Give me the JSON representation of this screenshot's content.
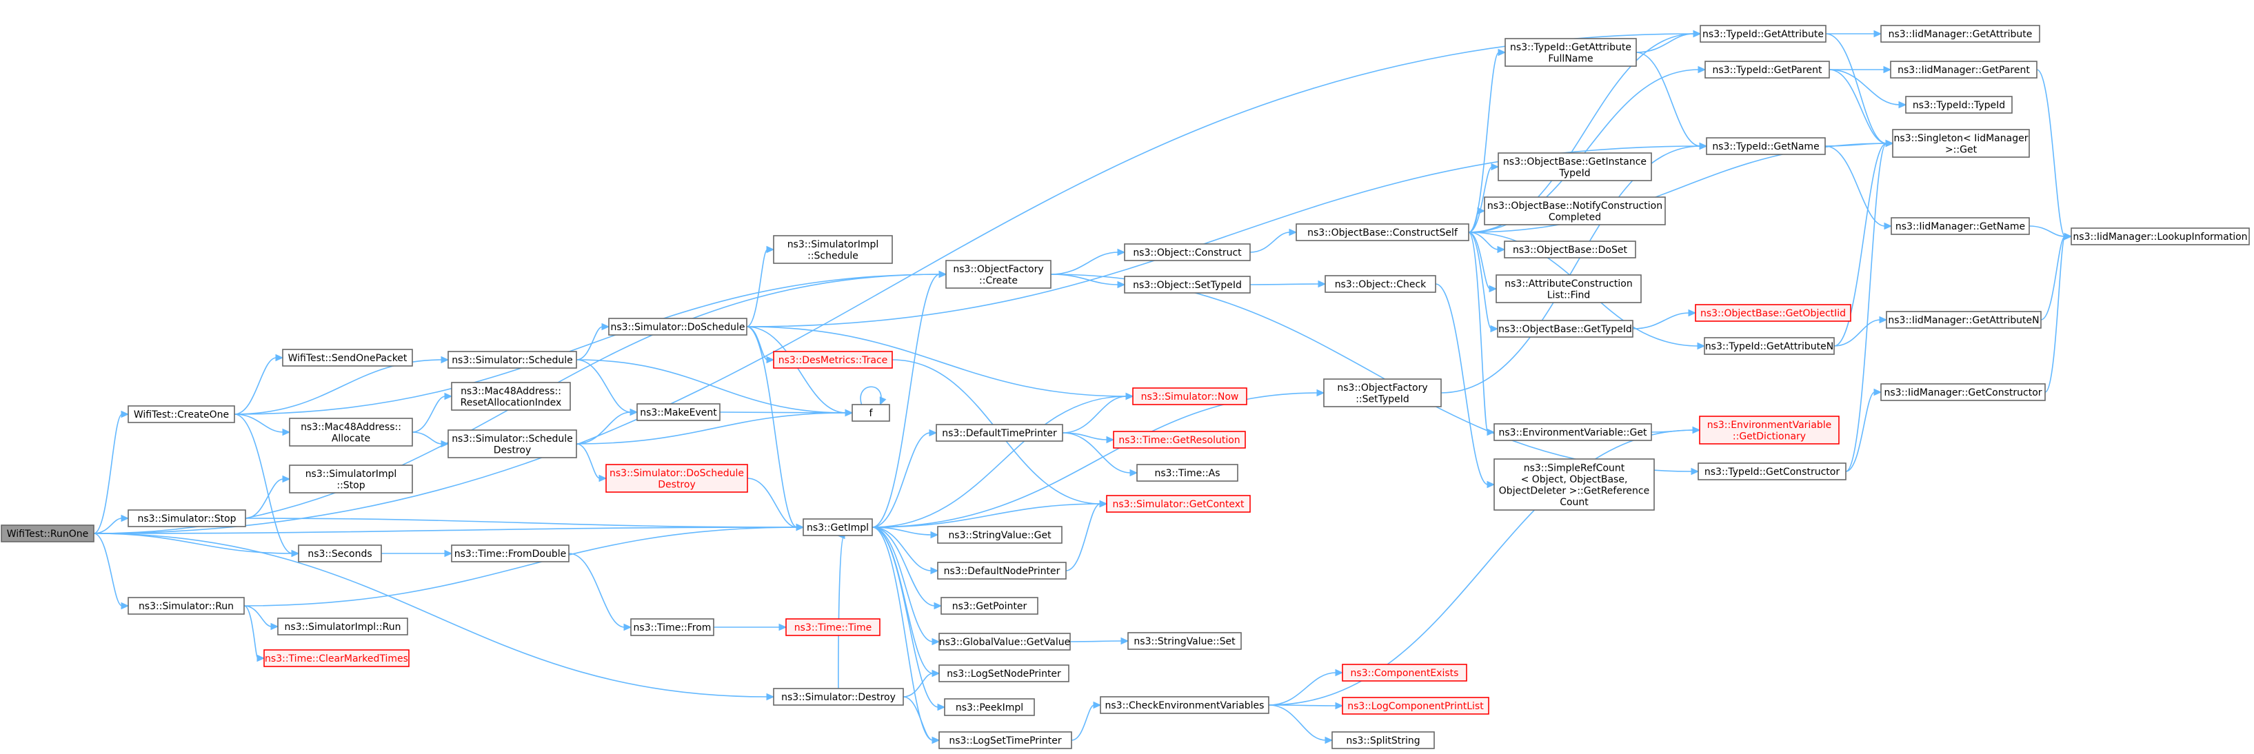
{
  "diagram": {
    "nodes": [
      {
        "id": "runone",
        "lines": [
          "WifiTest::RunOne"
        ],
        "style": "start"
      },
      {
        "id": "createone",
        "lines": [
          "WifiTest::CreateOne"
        ]
      },
      {
        "id": "simstop",
        "lines": [
          "ns3::Simulator::Stop"
        ]
      },
      {
        "id": "seconds",
        "lines": [
          "ns3::Seconds"
        ]
      },
      {
        "id": "simrun",
        "lines": [
          "ns3::Simulator::Run"
        ]
      },
      {
        "id": "sendonepacket",
        "lines": [
          "WifiTest::SendOnePacket"
        ]
      },
      {
        "id": "simschedule",
        "lines": [
          "ns3::Simulator::Schedule"
        ]
      },
      {
        "id": "macallocate",
        "lines": [
          "ns3::Mac48Address::",
          "Allocate"
        ]
      },
      {
        "id": "macreset",
        "lines": [
          "ns3::Mac48Address::",
          "ResetAllocationIndex"
        ]
      },
      {
        "id": "schedinstop",
        "lines": [
          "ns3::SimulatorImpl",
          "::Stop"
        ]
      },
      {
        "id": "schedDestroy",
        "lines": [
          "ns3::Simulator::Schedule",
          "Destroy"
        ]
      },
      {
        "id": "doscheduleDestroy",
        "lines": [
          "ns3::Simulator::DoSchedule",
          "Destroy"
        ],
        "style": "red"
      },
      {
        "id": "timefromdouble",
        "lines": [
          "ns3::Time::FromDouble"
        ]
      },
      {
        "id": "simimplrun",
        "lines": [
          "ns3::SimulatorImpl::Run"
        ]
      },
      {
        "id": "clearmarked",
        "lines": [
          "ns3::Time::ClearMarkedTimes"
        ],
        "style": "red"
      },
      {
        "id": "doschedule",
        "lines": [
          "ns3::Simulator::DoSchedule"
        ]
      },
      {
        "id": "simimplschedule",
        "lines": [
          "ns3::SimulatorImpl",
          "::Schedule"
        ]
      },
      {
        "id": "desmetrics",
        "lines": [
          "ns3::DesMetrics::Trace"
        ],
        "style": "red"
      },
      {
        "id": "makeevent",
        "lines": [
          "ns3::MakeEvent"
        ]
      },
      {
        "id": "f",
        "lines": [
          "f"
        ]
      },
      {
        "id": "getimpl",
        "lines": [
          "ns3::GetImpl"
        ]
      },
      {
        "id": "timefrom",
        "lines": [
          "ns3::Time::From"
        ]
      },
      {
        "id": "timetime",
        "lines": [
          "ns3::Time::Time"
        ],
        "style": "red"
      },
      {
        "id": "simdestroy",
        "lines": [
          "ns3::Simulator::Destroy"
        ]
      },
      {
        "id": "objfactcreate",
        "lines": [
          "ns3::ObjectFactory",
          "::Create"
        ]
      },
      {
        "id": "objconstruct",
        "lines": [
          "ns3::Object::Construct"
        ]
      },
      {
        "id": "objsettypeid",
        "lines": [
          "ns3::Object::SetTypeId"
        ]
      },
      {
        "id": "simnow",
        "lines": [
          "ns3::Simulator::Now"
        ],
        "style": "red"
      },
      {
        "id": "deftimeprinter",
        "lines": [
          "ns3::DefaultTimePrinter"
        ]
      },
      {
        "id": "timegetres",
        "lines": [
          "ns3::Time::GetResolution"
        ],
        "style": "red"
      },
      {
        "id": "timeas",
        "lines": [
          "ns3::Time::As"
        ]
      },
      {
        "id": "simgetcontext",
        "lines": [
          "ns3::Simulator::GetContext"
        ],
        "style": "red"
      },
      {
        "id": "stringvalueget",
        "lines": [
          "ns3::StringValue::Get"
        ]
      },
      {
        "id": "defnodeprinter",
        "lines": [
          "ns3::DefaultNodePrinter"
        ]
      },
      {
        "id": "getpointer",
        "lines": [
          "ns3::GetPointer"
        ]
      },
      {
        "id": "globalgetvalue",
        "lines": [
          "ns3::GlobalValue::GetValue"
        ]
      },
      {
        "id": "stringvalueset",
        "lines": [
          "ns3::StringValue::Set"
        ]
      },
      {
        "id": "logsetnodeprinter",
        "lines": [
          "ns3::LogSetNodePrinter"
        ]
      },
      {
        "id": "peekimpl",
        "lines": [
          "ns3::PeekImpl"
        ]
      },
      {
        "id": "logsettimeprinter",
        "lines": [
          "ns3::LogSetTimePrinter"
        ]
      },
      {
        "id": "checkenv",
        "lines": [
          "ns3::CheckEnvironmentVariables"
        ]
      },
      {
        "id": "objcheck",
        "lines": [
          "ns3::Object::Check"
        ]
      },
      {
        "id": "objfactsettypeid",
        "lines": [
          "ns3::ObjectFactory",
          "::SetTypeId"
        ]
      },
      {
        "id": "constructself",
        "lines": [
          "ns3::ObjectBase::ConstructSelf"
        ]
      },
      {
        "id": "getattrfullname",
        "lines": [
          "ns3::TypeId::GetAttribute",
          "FullName"
        ]
      },
      {
        "id": "getinstancetypeid",
        "lines": [
          "ns3::ObjectBase::GetInstance",
          "TypeId"
        ]
      },
      {
        "id": "notifyconstruction",
        "lines": [
          "ns3::ObjectBase::NotifyConstruction",
          "Completed"
        ]
      },
      {
        "id": "doset",
        "lines": [
          "ns3::ObjectBase::DoSet"
        ]
      },
      {
        "id": "attrconstructionfind",
        "lines": [
          "ns3::AttributeConstruction",
          "List::Find"
        ]
      },
      {
        "id": "objbasegettypeid",
        "lines": [
          "ns3::ObjectBase::GetTypeId"
        ]
      },
      {
        "id": "envget",
        "lines": [
          "ns3::EnvironmentVariable::Get"
        ]
      },
      {
        "id": "simplerefcount",
        "lines": [
          "ns3::SimpleRefCount",
          "< Object, ObjectBase,",
          "ObjectDeleter >::GetReference",
          "Count"
        ]
      },
      {
        "id": "componentexists",
        "lines": [
          "ns3::ComponentExists"
        ],
        "style": "red"
      },
      {
        "id": "logcompprintlist",
        "lines": [
          "ns3::LogComponentPrintList"
        ],
        "style": "red"
      },
      {
        "id": "splitstring",
        "lines": [
          "ns3::SplitString"
        ]
      },
      {
        "id": "typeidgetattr",
        "lines": [
          "ns3::TypeId::GetAttribute"
        ]
      },
      {
        "id": "typeidgetparent",
        "lines": [
          "ns3::TypeId::GetParent"
        ]
      },
      {
        "id": "typeidgetname",
        "lines": [
          "ns3::TypeId::GetName"
        ]
      },
      {
        "id": "objbasegetobjectiid",
        "lines": [
          "ns3::ObjectBase::GetObjectIid"
        ],
        "style": "red"
      },
      {
        "id": "typeidgetattrn",
        "lines": [
          "ns3::TypeId::GetAttributeN"
        ]
      },
      {
        "id": "envgetdict",
        "lines": [
          "ns3::EnvironmentVariable",
          "::GetDictionary"
        ],
        "style": "red"
      },
      {
        "id": "typeidgetconstructor",
        "lines": [
          "ns3::TypeId::GetConstructor"
        ]
      },
      {
        "id": "iidgetattr",
        "lines": [
          "ns3::IidManager::GetAttribute"
        ]
      },
      {
        "id": "iidgetparent",
        "lines": [
          "ns3::IidManager::GetParent"
        ]
      },
      {
        "id": "typeidtypeid",
        "lines": [
          "ns3::TypeId::TypeId"
        ]
      },
      {
        "id": "singletonget",
        "lines": [
          "ns3::Singleton< IidManager",
          ">::Get"
        ]
      },
      {
        "id": "iidgetname",
        "lines": [
          "ns3::IidManager::GetName"
        ]
      },
      {
        "id": "iidgetattrn",
        "lines": [
          "ns3::IidManager::GetAttributeN"
        ]
      },
      {
        "id": "iidgetconstructor",
        "lines": [
          "ns3::IidManager::GetConstructor"
        ]
      },
      {
        "id": "iidlookup",
        "lines": [
          "ns3::IidManager::LookupInformation"
        ]
      }
    ],
    "edges": [
      [
        "runone",
        "createone"
      ],
      [
        "runone",
        "simstop"
      ],
      [
        "runone",
        "seconds"
      ],
      [
        "runone",
        "simrun"
      ],
      [
        "runone",
        "simdestroy"
      ],
      [
        "runone",
        "getimpl"
      ],
      [
        "runone",
        "objfactcreate"
      ],
      [
        "runone",
        "typeidgetattr"
      ],
      [
        "createone",
        "sendonepacket"
      ],
      [
        "createone",
        "simschedule"
      ],
      [
        "createone",
        "macallocate"
      ],
      [
        "createone",
        "seconds"
      ],
      [
        "createone",
        "objfactcreate"
      ],
      [
        "simstop",
        "schedinstop"
      ],
      [
        "simstop",
        "getimpl"
      ],
      [
        "seconds",
        "timefromdouble"
      ],
      [
        "simrun",
        "simimplrun"
      ],
      [
        "simrun",
        "clearmarked"
      ],
      [
        "simrun",
        "getimpl"
      ],
      [
        "simschedule",
        "doschedule"
      ],
      [
        "simschedule",
        "makeevent"
      ],
      [
        "simschedule",
        "f"
      ],
      [
        "macallocate",
        "macreset"
      ],
      [
        "macallocate",
        "schedDestroy"
      ],
      [
        "schedDestroy",
        "makeevent"
      ],
      [
        "schedDestroy",
        "f"
      ],
      [
        "schedDestroy",
        "doscheduleDestroy"
      ],
      [
        "doscheduleDestroy",
        "getimpl"
      ],
      [
        "timefromdouble",
        "timefrom"
      ],
      [
        "timefrom",
        "timetime"
      ],
      [
        "doschedule",
        "simimplschedule"
      ],
      [
        "doschedule",
        "desmetrics"
      ],
      [
        "doschedule",
        "simnow"
      ],
      [
        "doschedule",
        "f"
      ],
      [
        "doschedule",
        "getimpl"
      ],
      [
        "doschedule",
        "typeidgetname"
      ],
      [
        "desmetrics",
        "simgetcontext"
      ],
      [
        "makeevent",
        "f"
      ],
      [
        "f",
        "f"
      ],
      [
        "getimpl",
        "objfactcreate"
      ],
      [
        "getimpl",
        "simnow"
      ],
      [
        "getimpl",
        "deftimeprinter"
      ],
      [
        "getimpl",
        "simgetcontext"
      ],
      [
        "getimpl",
        "stringvalueget"
      ],
      [
        "getimpl",
        "defnodeprinter"
      ],
      [
        "getimpl",
        "getpointer"
      ],
      [
        "getimpl",
        "globalgetvalue"
      ],
      [
        "getimpl",
        "logsetnodeprinter"
      ],
      [
        "getimpl",
        "peekimpl"
      ],
      [
        "getimpl",
        "logsettimeprinter"
      ],
      [
        "getimpl",
        "objfactsettypeid"
      ],
      [
        "simdestroy",
        "logsetnodeprinter"
      ],
      [
        "simdestroy",
        "logsettimeprinter"
      ],
      [
        "simdestroy",
        "getimpl"
      ],
      [
        "deftimeprinter",
        "simnow"
      ],
      [
        "deftimeprinter",
        "timegetres"
      ],
      [
        "deftimeprinter",
        "timeas"
      ],
      [
        "defnodeprinter",
        "simgetcontext"
      ],
      [
        "globalgetvalue",
        "stringvalueset"
      ],
      [
        "logsettimeprinter",
        "checkenv"
      ],
      [
        "checkenv",
        "componentexists"
      ],
      [
        "checkenv",
        "logcompprintlist"
      ],
      [
        "checkenv",
        "splitstring"
      ],
      [
        "checkenv",
        "envgetdict"
      ],
      [
        "objfactcreate",
        "objconstruct"
      ],
      [
        "objfactcreate",
        "objsettypeid"
      ],
      [
        "objfactcreate",
        "typeidgetconstructor"
      ],
      [
        "objconstruct",
        "constructself"
      ],
      [
        "objsettypeid",
        "objcheck"
      ],
      [
        "objcheck",
        "simplerefcount"
      ],
      [
        "objfactsettypeid",
        "typeidgetname"
      ],
      [
        "constructself",
        "getattrfullname"
      ],
      [
        "constructself",
        "getinstancetypeid"
      ],
      [
        "constructself",
        "notifyconstruction"
      ],
      [
        "constructself",
        "doset"
      ],
      [
        "constructself",
        "attrconstructionfind"
      ],
      [
        "constructself",
        "objbasegettypeid"
      ],
      [
        "constructself",
        "envget"
      ],
      [
        "constructself",
        "typeidgetattr"
      ],
      [
        "constructself",
        "typeidgetparent"
      ],
      [
        "constructself",
        "typeidgetattrn"
      ],
      [
        "constructself",
        "singletonget"
      ],
      [
        "getattrfullname",
        "typeidgetattr"
      ],
      [
        "getattrfullname",
        "typeidgetname"
      ],
      [
        "objbasegettypeid",
        "objbasegetobjectiid"
      ],
      [
        "envget",
        "envgetdict"
      ],
      [
        "typeidgetattr",
        "iidgetattr"
      ],
      [
        "typeidgetattr",
        "singletonget"
      ],
      [
        "typeidgetparent",
        "iidgetparent"
      ],
      [
        "typeidgetparent",
        "typeidtypeid"
      ],
      [
        "typeidgetparent",
        "singletonget"
      ],
      [
        "typeidgetname",
        "singletonget"
      ],
      [
        "typeidgetname",
        "iidgetname"
      ],
      [
        "typeidgetattrn",
        "iidgetattrn"
      ],
      [
        "typeidgetattrn",
        "singletonget"
      ],
      [
        "typeidgetconstructor",
        "iidgetconstructor"
      ],
      [
        "typeidgetconstructor",
        "singletonget"
      ],
      [
        "iidgetparent",
        "iidlookup"
      ],
      [
        "iidgetname",
        "iidlookup"
      ],
      [
        "iidgetattrn",
        "iidlookup"
      ],
      [
        "iidgetconstructor",
        "iidlookup"
      ]
    ]
  }
}
